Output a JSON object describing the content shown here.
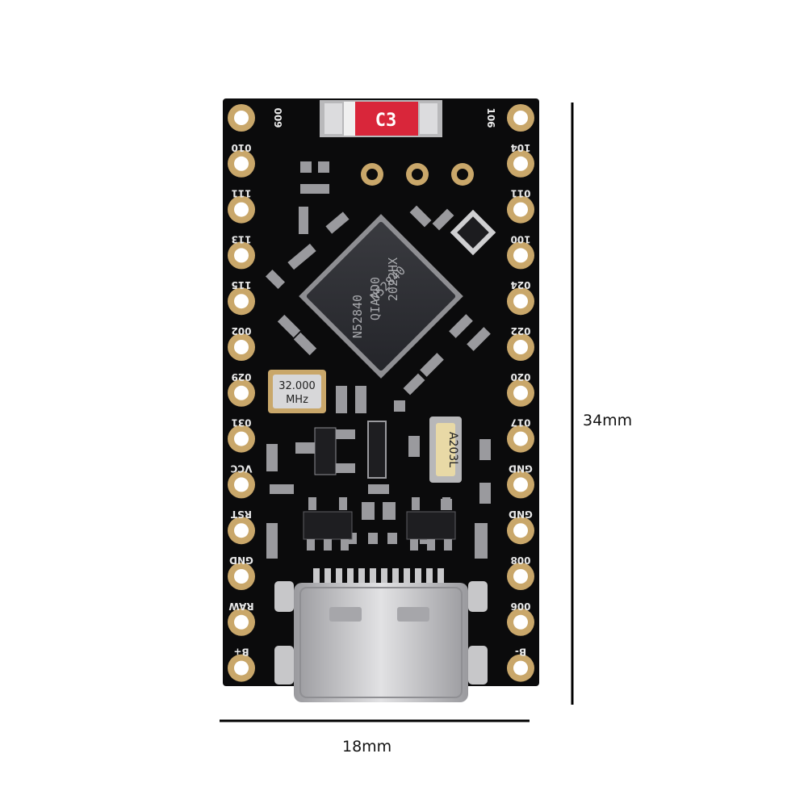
{
  "dimensions": {
    "width": "18mm",
    "height": "34mm"
  },
  "board": {
    "chip_lines": [
      "N52840",
      "QIAAD0",
      "2022HX"
    ],
    "crystal_lines": [
      "32.000",
      "MHz"
    ],
    "fuse_label": "C3",
    "inductor_label": "A203L",
    "left_pins": [
      "010",
      "111",
      "113",
      "115",
      "002",
      "029",
      "031",
      "VCC",
      "RST",
      "GND",
      "RAW",
      "B+"
    ],
    "right_pins": [
      "104",
      "011",
      "100",
      "024",
      "022",
      "020",
      "017",
      "GND",
      "GND",
      "008",
      "006",
      "B-"
    ],
    "top_left_label": "009",
    "top_right_label": "106"
  },
  "colors": {
    "pcb": "#0b0b0c",
    "pad_gold": "#c9a76a",
    "pad_hole": "#ffffff",
    "silkscreen": "#e9e9e9",
    "chip": "#2b2c30",
    "fuse_red": "#d9263a",
    "usb_metal": "#c7c7c9"
  }
}
